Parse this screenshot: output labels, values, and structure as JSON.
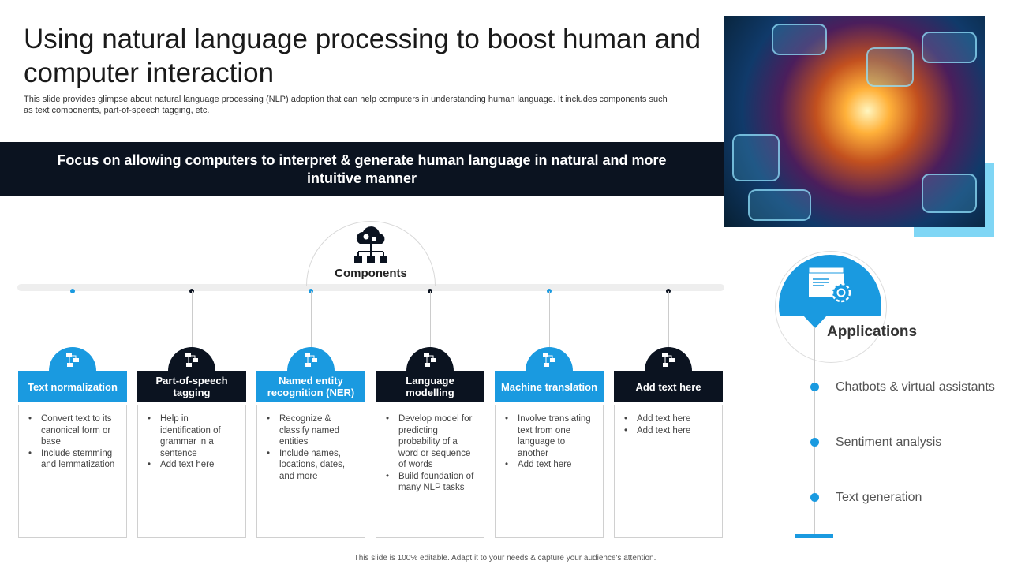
{
  "title": "Using natural language processing to boost human and computer interaction",
  "subtitle": "This slide provides glimpse about natural language processing (NLP) adoption that can help computers in understanding human language. It includes components such as text components, part-of-speech tagging, etc.",
  "banner": "Focus on allowing computers to interpret & generate human language in natural and more intuitive manner",
  "components_label": "Components",
  "colors": {
    "blue": "#1a9ae0",
    "dark": "#0b1320"
  },
  "components": [
    {
      "title": "Text normalization",
      "color": "blue",
      "icon": "flowchart-icon",
      "bullets": [
        "Convert text to its canonical form or base",
        "Include stemming and lemmatization"
      ]
    },
    {
      "title": "Part-of-speech tagging",
      "color": "dark",
      "icon": "speech-network-icon",
      "bullets": [
        "Help in identification of grammar in a sentence",
        "Add text here"
      ]
    },
    {
      "title": "Named entity recognition (NER)",
      "color": "blue",
      "icon": "person-badge-icon",
      "bullets": [
        "Recognize & classify named entities",
        "Include names, locations, dates, and more"
      ]
    },
    {
      "title": "Language modelling",
      "color": "dark",
      "icon": "ai-chip-icon",
      "bullets": [
        "Develop model for predicting probability of a word or sequence of words",
        "Build foundation of many NLP tasks"
      ]
    },
    {
      "title": "Machine translation",
      "color": "blue",
      "icon": "translate-icon",
      "bullets": [
        "Involve translating text from one language to another",
        "Add text here"
      ]
    },
    {
      "title": "Add text here",
      "color": "dark",
      "icon": "devices-icon",
      "bullets": [
        "Add text here",
        "Add text here"
      ]
    }
  ],
  "applications": {
    "title": "Applications",
    "items": [
      "Chatbots & virtual assistants",
      "Sentiment analysis",
      "Text generation"
    ]
  },
  "footer": "This slide is 100% editable.  Adapt it to your needs & capture your audience's attention."
}
